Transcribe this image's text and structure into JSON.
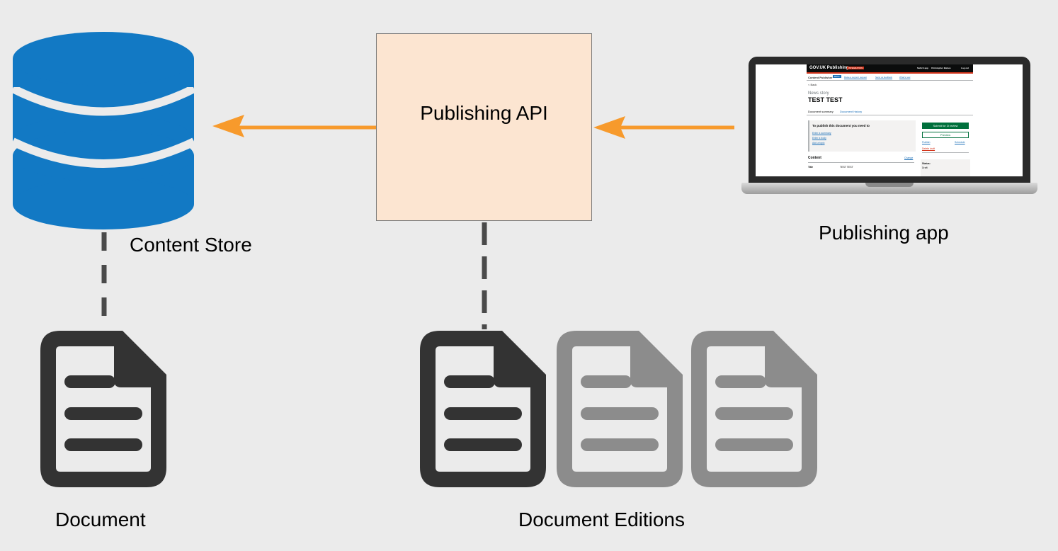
{
  "nodes": {
    "content_store": "Content Store",
    "publishing_api": "Publishing API",
    "publishing_app": "Publishing app",
    "document": "Document",
    "document_editions": "Document Editions"
  },
  "screen": {
    "header_brand": "GOV.UK Publishing",
    "header_badge": "INTEGRATION",
    "header_links": [
      "Switch app",
      "Christopher Baines",
      "Log out"
    ],
    "nav_app": "Content Publisher",
    "nav_beta": "BETA",
    "nav_links": [
      "Raise a support request",
      "Send us feedback",
      "What's new"
    ],
    "back": "< Back",
    "caption": "News story",
    "title": "TEST TEST",
    "tabs": [
      "Document summary",
      "Document history"
    ],
    "panel_heading": "To publish this document you need to",
    "panel_links": [
      "Enter a summary",
      "Enter a body",
      "Add a topic"
    ],
    "submit_button": "Submit for 2i review",
    "preview_button": "Preview",
    "publish_link": "Publish",
    "schedule_link": "Schedule",
    "delete_link": "Delete draft",
    "content_heading": "Content",
    "change_link": "Change",
    "field_title": "Title",
    "field_title_value": "TEST TEST",
    "status_label": "Status:",
    "status_value": "Draft"
  },
  "colors": {
    "background": "#ebebeb",
    "database": "#1279c4",
    "arrow": "#f79a2c",
    "api_box": "#fce5d1",
    "doc_current": "#333333",
    "doc_previous": "#8c8c8c",
    "connector": "#4a4a4a"
  }
}
